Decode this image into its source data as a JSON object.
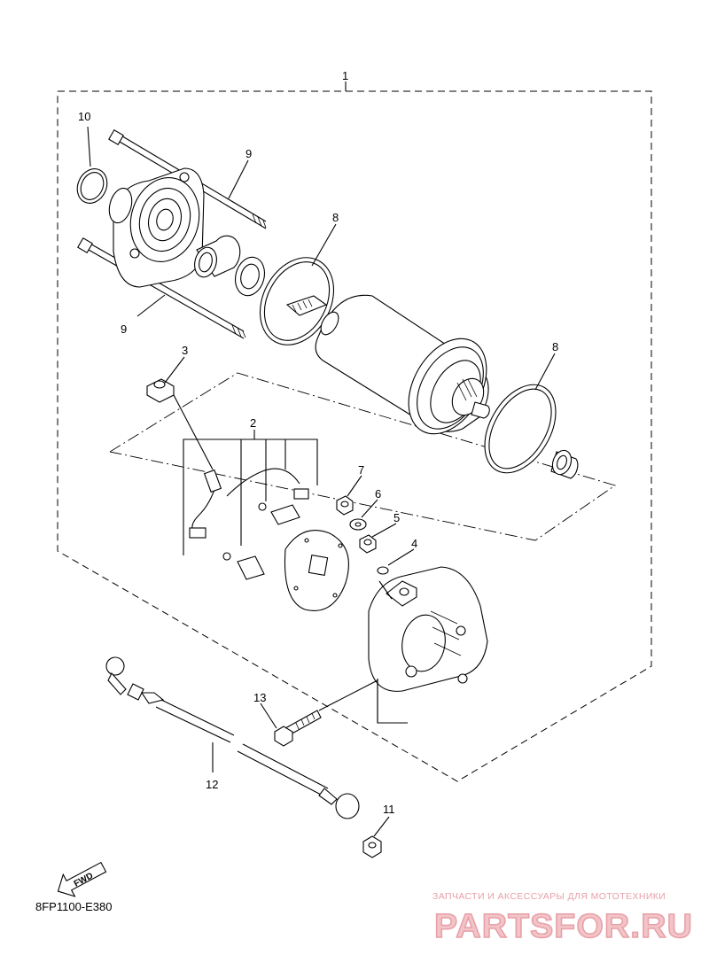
{
  "diagram": {
    "code": "8FP1100-E380",
    "fwd_label": "FWD",
    "callouts": [
      {
        "id": "c1",
        "label": "1"
      },
      {
        "id": "c2",
        "label": "2"
      },
      {
        "id": "c3",
        "label": "3"
      },
      {
        "id": "c4",
        "label": "4"
      },
      {
        "id": "c5",
        "label": "5"
      },
      {
        "id": "c6",
        "label": "6"
      },
      {
        "id": "c7",
        "label": "7"
      },
      {
        "id": "c8a",
        "label": "8"
      },
      {
        "id": "c8b",
        "label": "8"
      },
      {
        "id": "c9a",
        "label": "9"
      },
      {
        "id": "c9b",
        "label": "9"
      },
      {
        "id": "c10",
        "label": "10"
      },
      {
        "id": "c11",
        "label": "11"
      },
      {
        "id": "c12",
        "label": "12"
      },
      {
        "id": "c13",
        "label": "13"
      }
    ]
  },
  "watermark": {
    "caption": "ЗАПЧАСТИ И АКСЕССУАРЫ ДЛЯ МОТОТЕХНИКИ",
    "logo_text": "PARTSFOR.RU",
    "color": "#e7a0a7"
  }
}
